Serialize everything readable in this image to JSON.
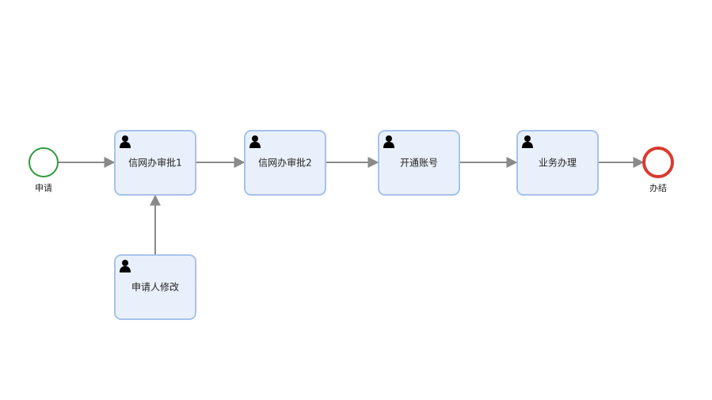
{
  "diagram": {
    "start_event": {
      "label": "申请",
      "color": "#2f9a3a"
    },
    "end_event": {
      "label": "办结",
      "color": "#d93a2f"
    },
    "tasks": [
      {
        "id": "task1",
        "label": "信网办审批1",
        "icon": "user-icon"
      },
      {
        "id": "task2",
        "label": "信网办审批2",
        "icon": "user-icon"
      },
      {
        "id": "task3",
        "label": "开通账号",
        "icon": "user-icon"
      },
      {
        "id": "task4",
        "label": "业务办理",
        "icon": "user-icon"
      },
      {
        "id": "task5",
        "label": "申请人修改",
        "icon": "user-icon"
      }
    ],
    "colors": {
      "task_fill": "#eaf0fb",
      "task_stroke": "#a6c3ea",
      "flow_line": "#8a8a8a"
    }
  }
}
